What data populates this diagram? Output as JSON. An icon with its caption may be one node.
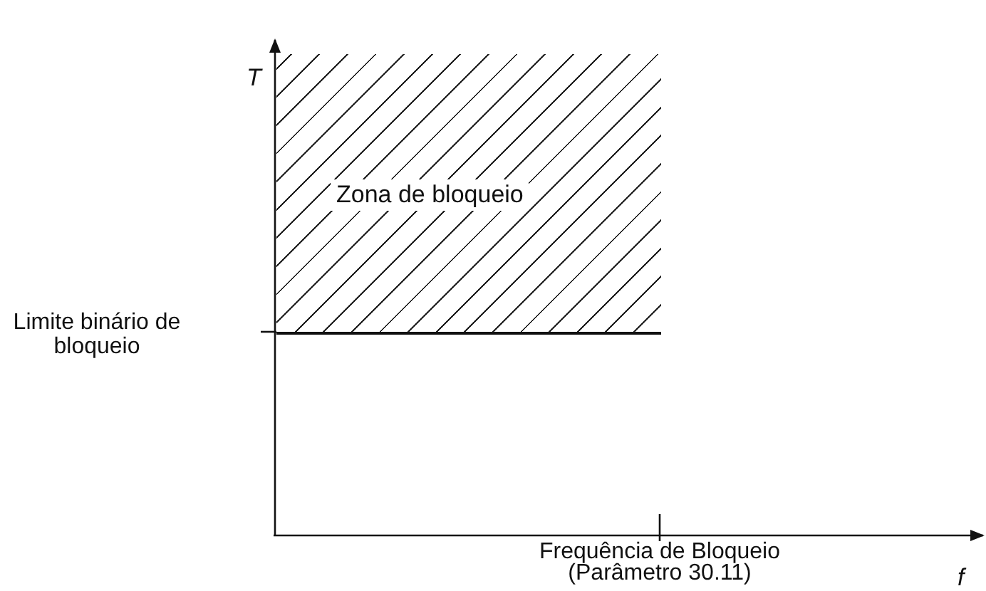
{
  "diagram": {
    "nodes": [
      {
        "text": [
          "Zona de bloqueio"
        ]
      }
    ],
    "labels": [
      "T",
      "Limite binário de bloqueio",
      "Frequência de Bloqueio (Parâmetro 30.11)",
      "f"
    ]
  }
}
